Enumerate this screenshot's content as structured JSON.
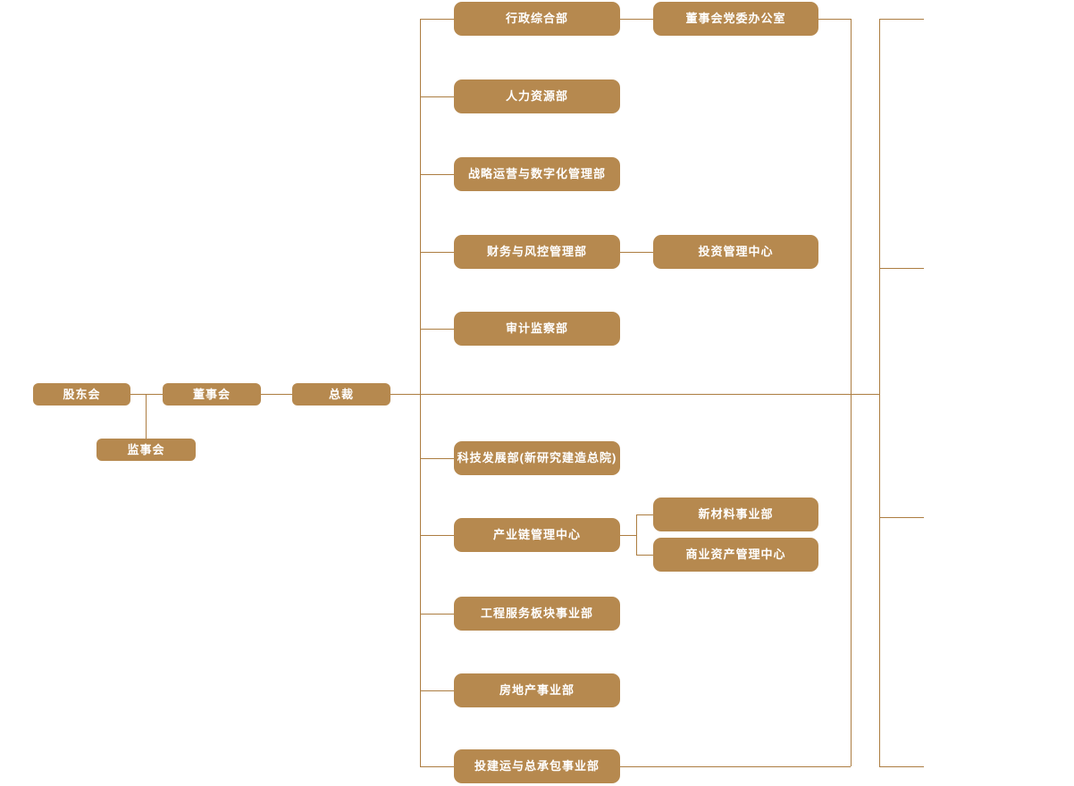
{
  "diagram": {
    "type": "org-chart",
    "box_fill_color": "#b6894f",
    "line_color": "#ac7d41",
    "text_color": "#ffffff",
    "background_color": "#ffffff"
  },
  "nodes": {
    "shareholders_meeting": {
      "label": "股东会"
    },
    "supervisory_board": {
      "label": "监事会"
    },
    "board_of_directors": {
      "label": "董事会"
    },
    "president": {
      "label": "总裁"
    },
    "admin_general": {
      "label": "行政综合部"
    },
    "hr": {
      "label": "人力资源部"
    },
    "strategy_digital": {
      "label": "战略运营与数字化管理部"
    },
    "finance_risk": {
      "label": "财务与风控管理部"
    },
    "audit_supervision": {
      "label": "审计监察部"
    },
    "tech_development": {
      "label": "科技发展部(新研究建造总院)"
    },
    "industry_chain": {
      "label": "产业链管理中心"
    },
    "engineering_services": {
      "label": "工程服务板块事业部"
    },
    "real_estate": {
      "label": "房地产事业部"
    },
    "investment_epc": {
      "label": "投建运与总承包事业部"
    },
    "board_party_office": {
      "label": "董事会党委办公室"
    },
    "investment_center": {
      "label": "投资管理中心"
    },
    "new_materials": {
      "label": "新材料事业部"
    },
    "commercial_assets": {
      "label": "商业资产管理中心"
    }
  }
}
